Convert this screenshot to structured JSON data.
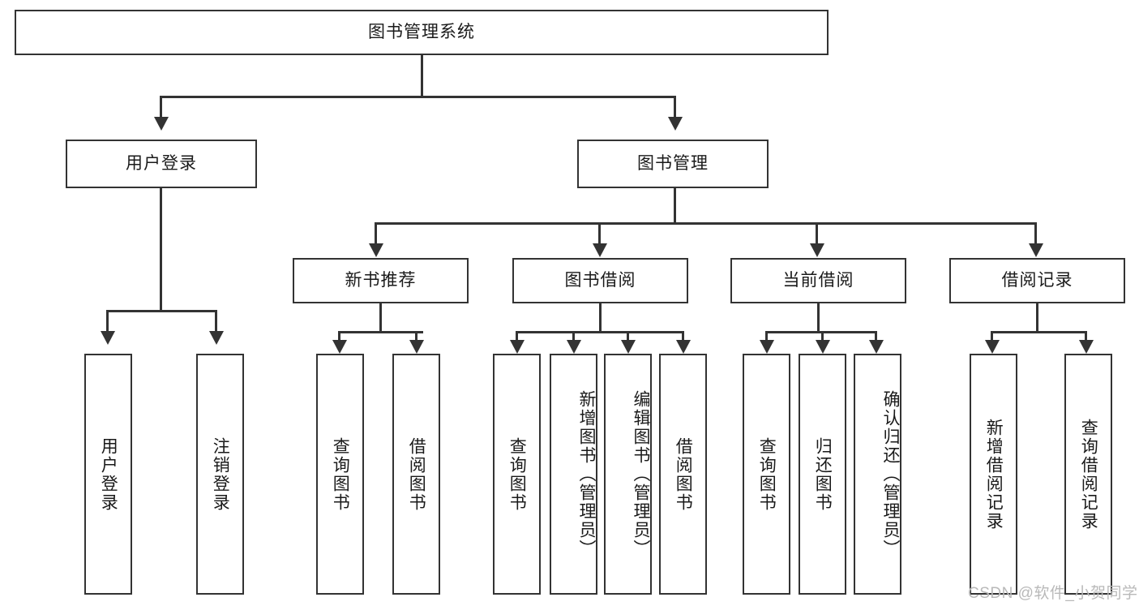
{
  "diagram": {
    "title": "图书管理系统",
    "type": "tree-hierarchy-diagram",
    "root": {
      "label": "图书管理系统"
    },
    "level2": [
      {
        "label": "用户登录"
      },
      {
        "label": "图书管理"
      }
    ],
    "level3": [
      {
        "label": "新书推荐"
      },
      {
        "label": "图书借阅"
      },
      {
        "label": "当前借阅"
      },
      {
        "label": "借阅记录"
      }
    ],
    "leaves": {
      "user_login": [
        {
          "label": "用户登录"
        },
        {
          "label": "注销登录"
        }
      ],
      "new_book_recommend": [
        {
          "label": "查询图书"
        },
        {
          "label": "借阅图书"
        }
      ],
      "book_borrow": [
        {
          "label": "查询图书"
        },
        {
          "label": "新增图书（管理员）"
        },
        {
          "label": "编辑图书（管理员）"
        },
        {
          "label": "借阅图书"
        }
      ],
      "current_borrow": [
        {
          "label": "查询图书"
        },
        {
          "label": "归还图书"
        },
        {
          "label": "确认归还（管理员）"
        }
      ],
      "borrow_record": [
        {
          "label": "新增借阅记录"
        },
        {
          "label": "查询借阅记录"
        }
      ]
    }
  },
  "watermark": {
    "text": "CSDN @软件_小贺同学"
  },
  "colors": {
    "stroke": "#333333",
    "fill": "#ffffff",
    "text": "#1a1a1a",
    "watermark": "#b9b9b9"
  }
}
